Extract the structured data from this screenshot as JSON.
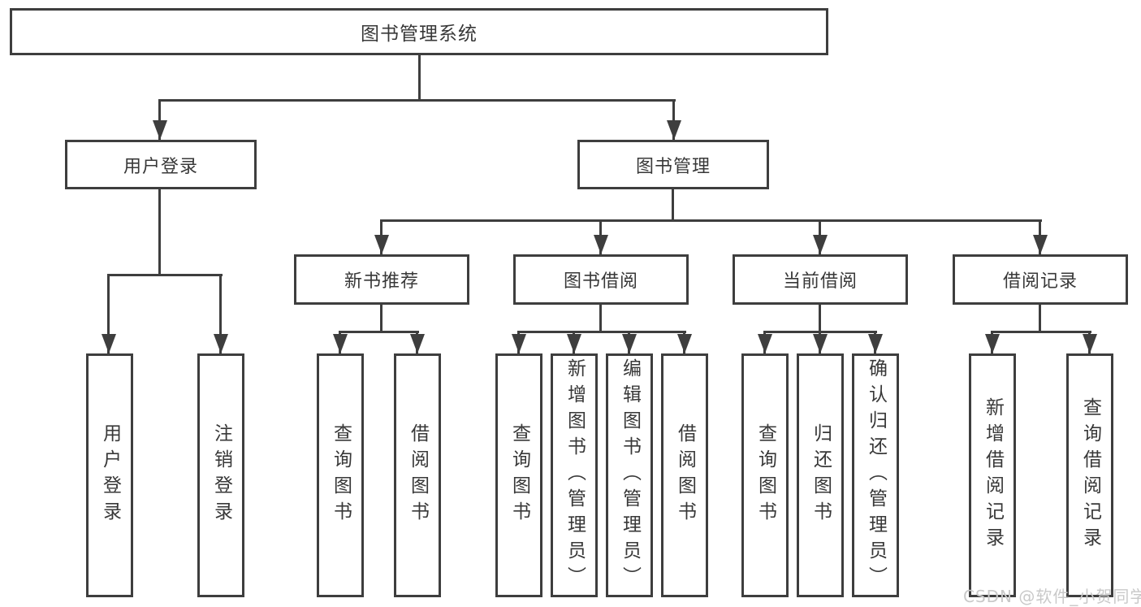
{
  "diagram_type": "hierarchy-tree",
  "colors": {
    "line": "#3e3e3e",
    "node_border": "#3e3e3e",
    "node_text": "#383838",
    "background": "#ffffff",
    "watermark_text": "#c9c9c9"
  },
  "tree": {
    "root": {
      "label": "图书管理系统",
      "children": [
        {
          "label": "用户登录",
          "children": [
            {
              "label": "用户登录"
            },
            {
              "label": "注销登录"
            }
          ]
        },
        {
          "label": "图书管理",
          "children": [
            {
              "label": "新书推荐",
              "children": [
                {
                  "label": "查询图书"
                },
                {
                  "label": "借阅图书"
                }
              ]
            },
            {
              "label": "图书借阅",
              "children": [
                {
                  "label": "查询图书"
                },
                {
                  "label": "新增图书（管理员）"
                },
                {
                  "label": "编辑图书（管理员）"
                },
                {
                  "label": "借阅图书"
                }
              ]
            },
            {
              "label": "当前借阅",
              "children": [
                {
                  "label": "查询图书"
                },
                {
                  "label": "归还图书"
                },
                {
                  "label": "确认归还（管理员）"
                }
              ]
            },
            {
              "label": "借阅记录",
              "children": [
                {
                  "label": "新增借阅记录"
                },
                {
                  "label": "查询借阅记录"
                }
              ]
            }
          ]
        }
      ]
    }
  },
  "watermark": {
    "text": "CSDN @软件_小贺同学"
  }
}
